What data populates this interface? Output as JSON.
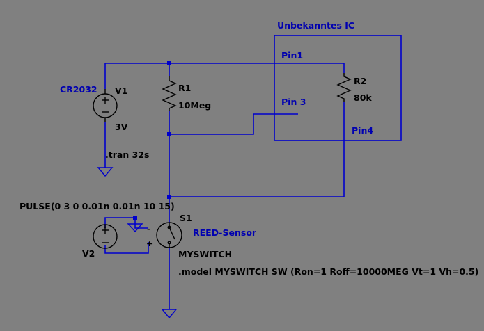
{
  "ic": {
    "title": "Unbekanntes IC",
    "pin1": "Pin1",
    "pin3": "Pin 3",
    "pin4": "Pin4"
  },
  "v1": {
    "annotation": "CR2032",
    "name": "V1",
    "value": "3V"
  },
  "directive_tran": ".tran 32s",
  "r1": {
    "name": "R1",
    "value": "10Meg"
  },
  "r2": {
    "name": "R2",
    "value": "80k"
  },
  "v2": {
    "name": "V2",
    "source": "PULSE(0 3 0 0.01n 0.01n 10 15)"
  },
  "s1": {
    "name": "S1",
    "annotation": "REED-Sensor",
    "model": "MYSWITCH",
    "plus": "+",
    "minus": "-"
  },
  "directive_model": ".model MYSWITCH SW (Ron=1 Roff=10000MEG Vt=1 Vh=0.5)",
  "colors": {
    "background": "#808080",
    "wire": "#0000cc",
    "symbol": "#000000",
    "annotation": "#0000b0"
  }
}
